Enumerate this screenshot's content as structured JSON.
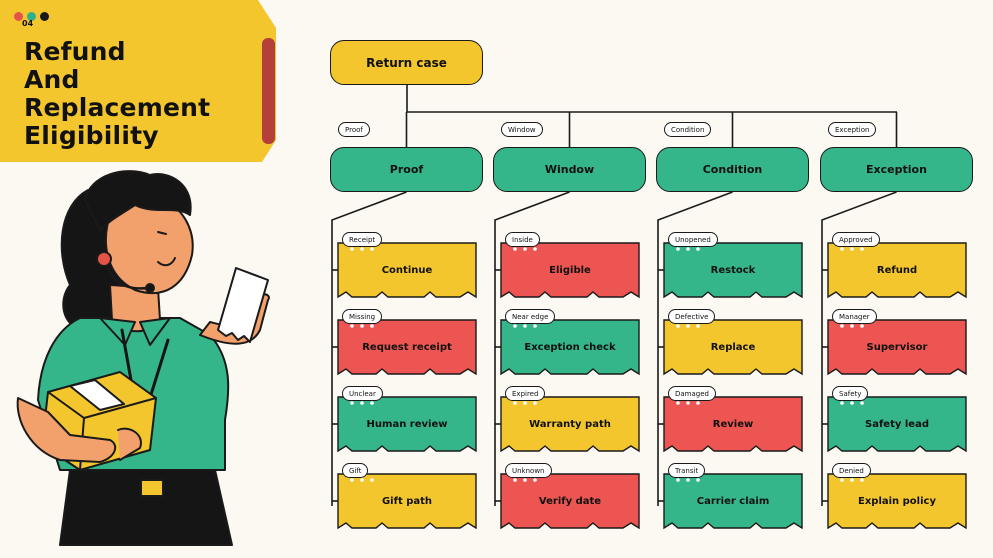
{
  "page": {
    "number": "04",
    "title_lines": [
      "Refund",
      "And",
      "Replacement",
      "Eligibility"
    ],
    "dot_colors": [
      "#E35446",
      "#2FB08C",
      "#F4C430"
    ]
  },
  "colors": {
    "yellow": "#F4C62E",
    "green": "#35B58A",
    "red": "#EC5552",
    "ink": "#1A1A1A",
    "accent_bar": "#B5403A",
    "background": "#FBF9F1"
  },
  "root": {
    "label": "Return case",
    "color": "yellow"
  },
  "branches": [
    {
      "label": "Proof",
      "tag": "Proof",
      "color": "green",
      "leaves": [
        {
          "tag": "Receipt",
          "label": "Continue",
          "color": "yellow"
        },
        {
          "tag": "Missing",
          "label": "Request receipt",
          "color": "red"
        },
        {
          "tag": "Unclear",
          "label": "Human review",
          "color": "green"
        },
        {
          "tag": "Gift",
          "label": "Gift path",
          "color": "yellow"
        }
      ]
    },
    {
      "label": "Window",
      "tag": "Window",
      "color": "green",
      "leaves": [
        {
          "tag": "Inside",
          "label": "Eligible",
          "color": "red"
        },
        {
          "tag": "Near edge",
          "label": "Exception check",
          "color": "green"
        },
        {
          "tag": "Expired",
          "label": "Warranty path",
          "color": "yellow"
        },
        {
          "tag": "Unknown",
          "label": "Verify date",
          "color": "red"
        }
      ]
    },
    {
      "label": "Condition",
      "tag": "Condition",
      "color": "green",
      "leaves": [
        {
          "tag": "Unopened",
          "label": "Restock",
          "color": "green"
        },
        {
          "tag": "Defective",
          "label": "Replace",
          "color": "yellow"
        },
        {
          "tag": "Damaged",
          "label": "Review",
          "color": "red"
        },
        {
          "tag": "Transit",
          "label": "Carrier claim",
          "color": "green"
        }
      ]
    },
    {
      "label": "Exception",
      "tag": "Exception",
      "color": "green",
      "leaves": [
        {
          "tag": "Approved",
          "label": "Refund",
          "color": "yellow"
        },
        {
          "tag": "Manager",
          "label": "Supervisor",
          "color": "red"
        },
        {
          "tag": "Safety",
          "label": "Safety lead",
          "color": "green"
        },
        {
          "tag": "Denied",
          "label": "Explain policy",
          "color": "yellow"
        }
      ]
    }
  ]
}
